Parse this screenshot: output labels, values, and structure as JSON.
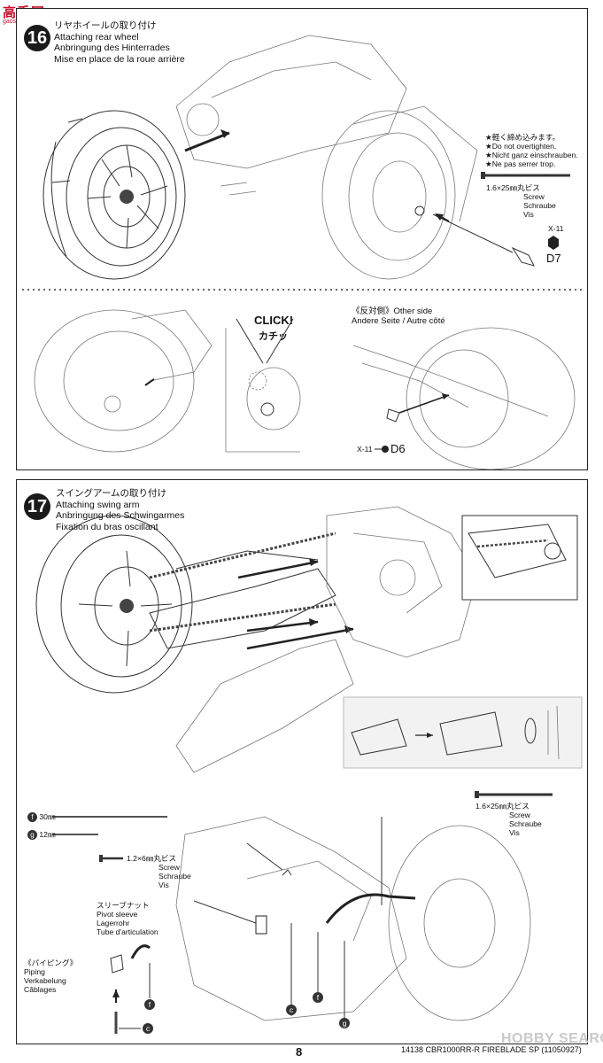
{
  "watermark_site": {
    "logo": "高手网",
    "sub": "gaoshou.com"
  },
  "step16": {
    "number": "16",
    "title_jp": "リヤホイールの取り付け",
    "title_en": "Attaching rear wheel",
    "title_de": "Anbringung des Hinterrades",
    "title_fr": "Mise en place de la roue arrière",
    "caution": [
      "★軽く締め込みます。",
      "★Do not overtighten.",
      "★Nicht ganz einschrauben.",
      "★Ne pas serrer trop."
    ],
    "screw": {
      "size": "1.6×25㎜丸ビス",
      "en": "Screw",
      "de": "Schraube",
      "fr": "Vis"
    },
    "part_x11_top": "X-11",
    "part_d7": "D7",
    "click_en": "CLICK!",
    "click_jp": "カチッ",
    "other_side_jp": "《反対側》Other side",
    "other_side_de_fr": "Andere Seite / Autre côté",
    "part_x11_bottom": "X-11",
    "part_d6": "D6"
  },
  "step17": {
    "number": "17",
    "title_jp": "スイングアームの取り付け",
    "title_en": "Attaching swing arm",
    "title_de": "Anbringung des Schwingarmes",
    "title_fr": "Fixation du bras oscillant",
    "pipe_f": {
      "letter": "f",
      "length": "30㎜"
    },
    "pipe_g": {
      "letter": "g",
      "length": "12㎜"
    },
    "screw_small": {
      "size": "1.2×6㎜丸ビス",
      "en": "Screw",
      "de": "Schraube",
      "fr": "Vis"
    },
    "screw_long": {
      "size": "1.6×25㎜丸ビス",
      "en": "Screw",
      "de": "Schraube",
      "fr": "Vis"
    },
    "pivot": {
      "jp": "スリーブナット",
      "en": "Pivot sleeve",
      "de": "Lagerrohr",
      "fr": "Tube d'articulation"
    },
    "piping": {
      "jp": "《パイピング》",
      "en": "Piping",
      "de": "Verkabelung",
      "fr": "Câblages"
    },
    "callouts": [
      "f",
      "c",
      "f",
      "g",
      "c"
    ]
  },
  "footer": {
    "page": "8",
    "code": "14138  CBR1000RR-R FIREBLADE SP (11050927)",
    "watermark": "HOBBY SEARCH"
  }
}
